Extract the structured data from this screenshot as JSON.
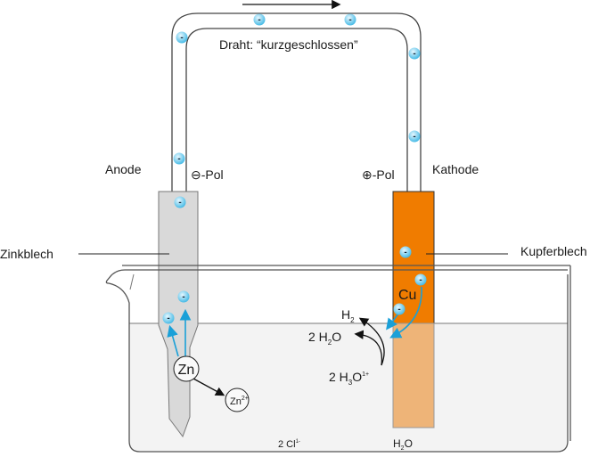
{
  "labels": {
    "wire": "Draht: “kurzgeschlossen”",
    "anode": "Anode",
    "cathode": "Kathode",
    "neg_pole": "⊖-Pol",
    "pos_pole": "⊕-Pol",
    "zinc_sheet": "Zinkblech",
    "copper_sheet": "Kupferblech",
    "cu": "Cu",
    "zn": "Zn",
    "zn_ion": "Zn",
    "zn_ion_charge": "2+",
    "h2": "H",
    "h2_sub": "2",
    "h2o_product": "2 H",
    "h2o_product_sub": "2",
    "h2o_product_end": "O",
    "h3o": "2 H",
    "h3o_sub": "3",
    "h3o_end": "O",
    "h3o_charge": "1+",
    "chloride": "2 Cl",
    "chloride_charge": "1-",
    "water": "H",
    "water_sub": "2",
    "water_end": "O"
  },
  "electron_symbol": "-",
  "colors": {
    "copper": "#f07c00",
    "copper_submerged": "#eeb478",
    "zinc": "#d9d9d9",
    "solution": "#f3f3f3",
    "electron": "#4cc0e8",
    "arrow_blue": "#1aa0d8"
  }
}
